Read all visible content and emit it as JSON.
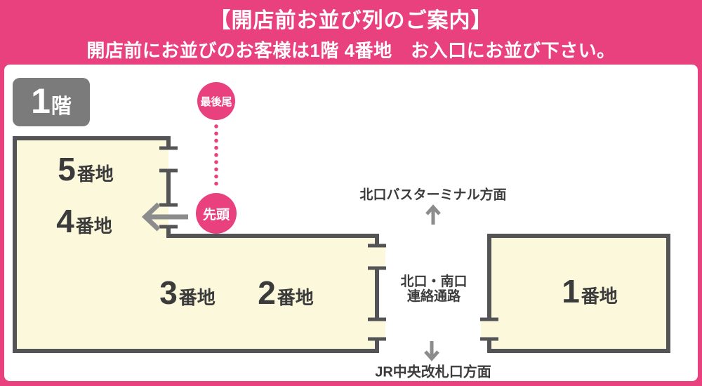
{
  "header": {
    "title": "【開店前お並び列のご案内】",
    "subtitle": "開店前にお並びのお客様は1階 4番地　お入口にお並び下さい。"
  },
  "floor_badge": {
    "number": "1",
    "suffix": "階"
  },
  "zones": [
    {
      "num": "5",
      "suffix": "番地"
    },
    {
      "num": "4",
      "suffix": "番地"
    },
    {
      "num": "3",
      "suffix": "番地"
    },
    {
      "num": "2",
      "suffix": "番地"
    },
    {
      "num": "1",
      "suffix": "番地"
    }
  ],
  "queue": {
    "end_label": "最後尾",
    "front_label": "先頭"
  },
  "directions": {
    "north_bus": "北口バスターミナル方面",
    "passage_line1": "北口・南口",
    "passage_line2": "連絡通路",
    "jr_gate": "JR中央改札口方面"
  },
  "icons": {
    "queue_path": "dotted-queue-line-icon",
    "queue_arrow": "left-arrow-icon",
    "bus_arrow": "up-arrow-icon",
    "jr_arrow": "down-arrow-icon"
  },
  "colors": {
    "pink": "#E8417E",
    "cream": "#FCF8DC",
    "wall_gray": "#545457",
    "arrow_gray": "#8C8C8C",
    "badge_gray": "#7B7B7B",
    "text_dark": "#3B3B3B"
  }
}
